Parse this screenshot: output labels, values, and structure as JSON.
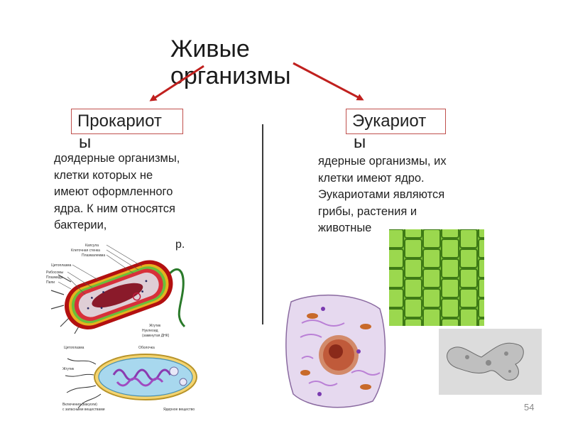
{
  "title_line1": "Живые",
  "title_line2": "организмы",
  "left": {
    "box_line1": "Прокариот",
    "box_line2": "ы",
    "desc": [
      "доядерные организмы,",
      "клетки которых не",
      "имеют оформленного",
      "ядра. К ним относятся",
      "бактерии,"
    ],
    "trailing": "р."
  },
  "right": {
    "box_line1": "Эукариот",
    "box_line2": "ы",
    "desc": [
      "ядерные организмы, их",
      "клетки имеют ядро.",
      "Эукариотами являются",
      "грибы, растения и",
      "животные"
    ]
  },
  "bacterium_labels": {
    "capsule": "Капсула",
    "cell_wall": "Клеточная стенка",
    "membrane": "Плазмалемма",
    "cytoplasm": "Цитоплазма",
    "ribosomes": "Рибосомы",
    "plasmid": "Плазмида",
    "pili": "Пили",
    "flagellum": "Жгутик",
    "nucleoid": "Нуклеоид",
    "nucleoid_note": "(замкнутая ДНК)"
  },
  "bacterium2_labels": {
    "cytoplasm": "Цитоплазма",
    "shell": "Оболочка",
    "flagellum": "Жгутик",
    "inclusions": "Включения (вакуоли)",
    "inclusions_note": "с запасными веществами",
    "nuclear": "Ядерное вещество"
  },
  "page_number": "54",
  "colors": {
    "arrow": "#c0201e",
    "box_border": "#c0504d"
  }
}
